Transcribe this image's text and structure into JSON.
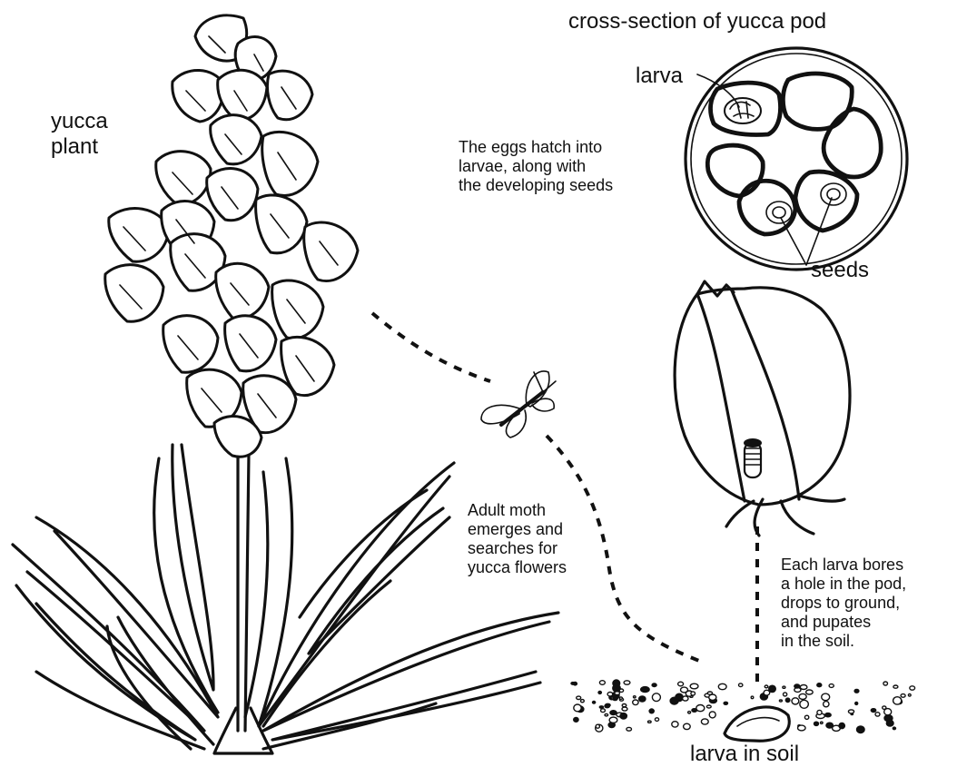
{
  "labels": {
    "yucca_plant": [
      "yucca",
      "plant"
    ],
    "cross_section_title": "cross-section of yucca pod",
    "larva": "larva",
    "seeds": "seeds",
    "larva_in_soil": "larva in soil"
  },
  "notes": {
    "eggs_hatch": [
      "The eggs hatch into",
      "larvae, along with",
      "the developing seeds"
    ],
    "adult_moth": [
      "Adult moth",
      "emerges and",
      "searches for",
      "yucca flowers"
    ],
    "larva_bores": [
      "Each larva bores",
      "a hole in the pod,",
      "drops to ground,",
      "and pupates",
      "in the soil."
    ]
  }
}
